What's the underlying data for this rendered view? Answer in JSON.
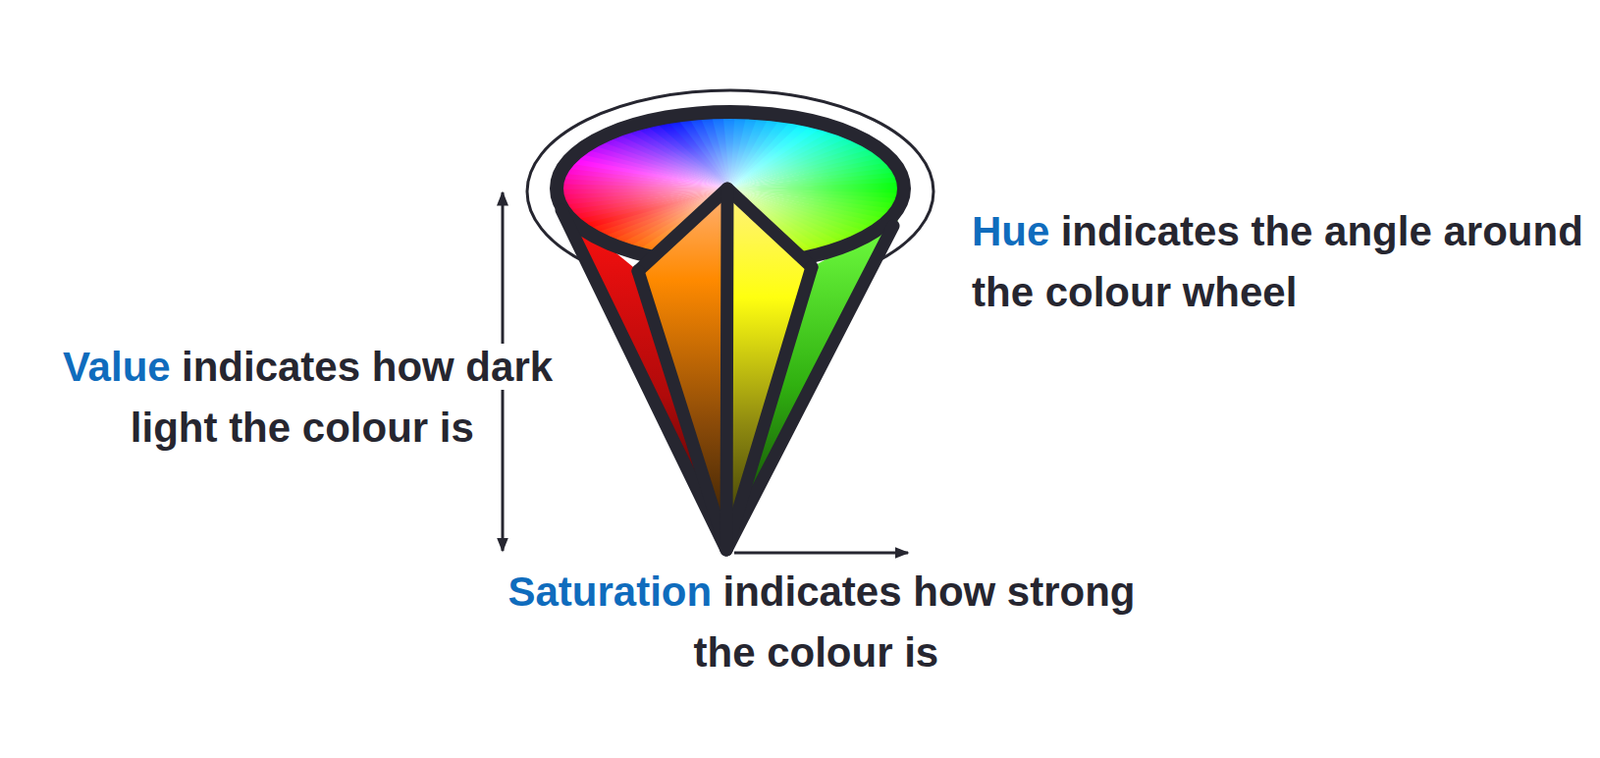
{
  "diagram": {
    "labels": [
      "Hue",
      "indicates the angle around the colour wheel",
      "Value",
      "indicates how dark light the colour is",
      "Saturation",
      "indicates how strong the colour is"
    ]
  }
}
